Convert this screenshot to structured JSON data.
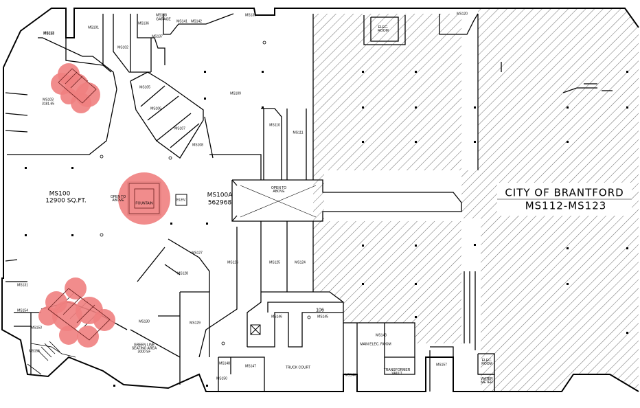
{
  "tenant_labels": [
    {
      "id": "ms101",
      "text": "MS101"
    },
    {
      "id": "ms102",
      "text": "MS102"
    },
    {
      "id": "ms103",
      "text": "MS103"
    },
    {
      "id": "ms103-area",
      "text": "3181.65"
    },
    {
      "id": "ms105",
      "text": "MS105"
    },
    {
      "id": "ms106",
      "text": "MS106"
    },
    {
      "id": "ms107",
      "text": "MS107"
    },
    {
      "id": "ms108",
      "text": "MS108"
    },
    {
      "id": "ms109",
      "text": "MS109"
    },
    {
      "id": "ms110",
      "text": "MS110"
    },
    {
      "id": "ms111",
      "text": "MS111"
    },
    {
      "id": "ms113",
      "text": "MS113"
    },
    {
      "id": "ms124",
      "text": "MS124"
    },
    {
      "id": "ms125",
      "text": "MS125"
    },
    {
      "id": "ms126",
      "text": "MS126"
    },
    {
      "id": "ms127",
      "text": "MS127"
    },
    {
      "id": "ms128",
      "text": "MS128"
    },
    {
      "id": "ms129",
      "text": "MS129"
    },
    {
      "id": "ms130",
      "text": "MS130"
    },
    {
      "id": "ms131",
      "text": "MS131"
    },
    {
      "id": "ms133",
      "text": "MS133"
    },
    {
      "id": "ms136",
      "text": "MS136"
    },
    {
      "id": "ms137",
      "text": "MS137"
    },
    {
      "id": "ms139",
      "text": "MS139"
    },
    {
      "id": "ms141",
      "text": "MS141"
    },
    {
      "id": "ms142",
      "text": "MS142"
    },
    {
      "id": "ms143",
      "text": "MS143"
    },
    {
      "id": "ms144",
      "text": "MS144"
    },
    {
      "id": "ms145",
      "text": "MS145"
    },
    {
      "id": "ms146",
      "text": "MS146"
    },
    {
      "id": "ms147",
      "text": "MS147"
    },
    {
      "id": "ms148",
      "text": "MS148"
    },
    {
      "id": "ms150",
      "text": "MS150"
    },
    {
      "id": "ms153",
      "text": "MS153"
    },
    {
      "id": "ms154",
      "text": "MS154"
    },
    {
      "id": "ms156",
      "text": "MS156"
    },
    {
      "id": "ms120",
      "text": "MS120"
    },
    {
      "id": "ms138",
      "text": "MS138"
    },
    {
      "id": "ms157",
      "text": "MS157"
    }
  ],
  "service_labels": [
    {
      "id": "garage",
      "text": "GARAGE"
    },
    {
      "id": "main-elec-room",
      "text": "MAIN ELEC. ROOM"
    },
    {
      "id": "elec-room-top",
      "text": "ELEC. ROOM"
    },
    {
      "id": "transformer-vault",
      "text": "TRANSFORMER VAULT"
    },
    {
      "id": "truck-court",
      "text": "TRUCK COURT"
    },
    {
      "id": "water-meter",
      "text": "WATER METER"
    },
    {
      "id": "elec-room-right",
      "text": "ELEC. ROOM"
    },
    {
      "id": "room-106",
      "text": "106"
    },
    {
      "id": "open-to-above-left",
      "text": "OPEN TO ABOVE"
    },
    {
      "id": "open-to-above-center",
      "text": "OPEN TO ABOVE"
    },
    {
      "id": "fountain",
      "text": "FOUNTAIN"
    },
    {
      "id": "elev",
      "text": "ELEV."
    },
    {
      "id": "green-line",
      "text": "GREEN LINE SEATING AREA 3000 SF"
    }
  ],
  "ms100": {
    "name": "MS100",
    "area": "12900 SQ.FT."
  },
  "ms100a": {
    "name": "MS100A",
    "area": "562968"
  },
  "city_block": {
    "name": "CITY OF BRANTFORD",
    "range": "MS112-MS123"
  },
  "colors": {
    "line": "#000000",
    "hatch": "#5a5a5a",
    "highlight": "#f08080",
    "highlight_opacity": "0.9"
  }
}
